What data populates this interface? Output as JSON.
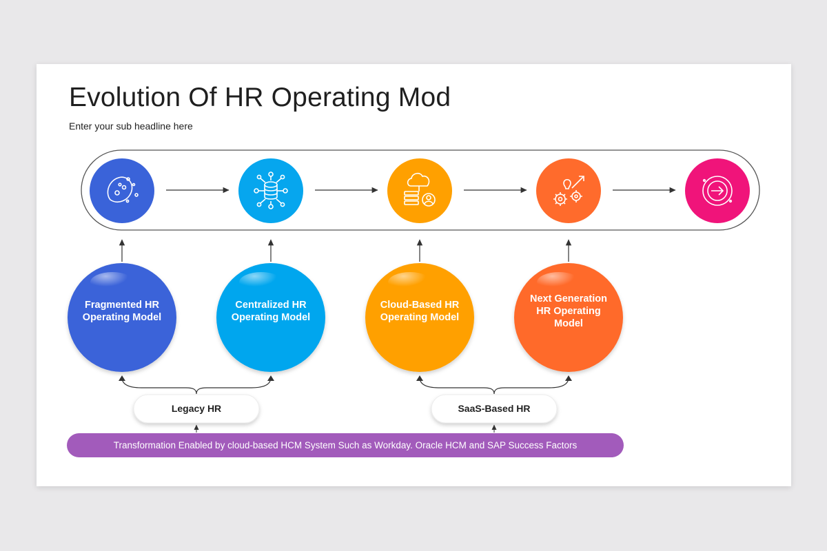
{
  "title": "Evolution Of HR Operating Mod",
  "subtitle": "Enter your sub headline here",
  "stages": [
    {
      "label": "Fragmented HR Operating Model",
      "icon": "bacteria-icon",
      "color": "#3a63d9"
    },
    {
      "label": "Centralized HR Operating Model",
      "icon": "database-network-icon",
      "color": "#06a6ee"
    },
    {
      "label": "Cloud-Based HR Operating Model",
      "icon": "cloud-server-user-icon",
      "color": "#ffa000"
    },
    {
      "label": "Next Generation HR Operating Model",
      "icon": "gears-growth-icon",
      "color": "#ff6b2c"
    },
    {
      "label": "",
      "icon": "arrow-circle-icon",
      "color": "#f0147a"
    }
  ],
  "groups": [
    {
      "label": "Legacy HR"
    },
    {
      "label": "SaaS-Based HR"
    }
  ],
  "banner": {
    "text": "Transformation Enabled by cloud-based HCM System Such as Workday. Oracle HCM and SAP Success Factors",
    "color": "#a25bbb"
  }
}
